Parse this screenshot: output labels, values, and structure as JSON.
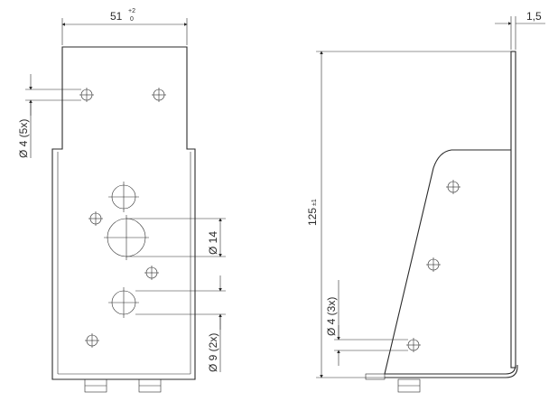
{
  "front_view": {
    "width_dim_value": "51",
    "width_tol_upper": "+2",
    "width_tol_lower": "0",
    "small_hole_callout": "Ø 4 (5x)",
    "large_hole_callout": "Ø 14",
    "medium_hole_callout": "Ø 9 (2x)"
  },
  "side_view": {
    "thickness_dim": "1,5",
    "height_dim_value": "125",
    "height_tol": "±1",
    "hole_callout": "Ø 4 (3x)"
  },
  "colors": {
    "line": "#2a2a2a",
    "background": "#ffffff"
  }
}
